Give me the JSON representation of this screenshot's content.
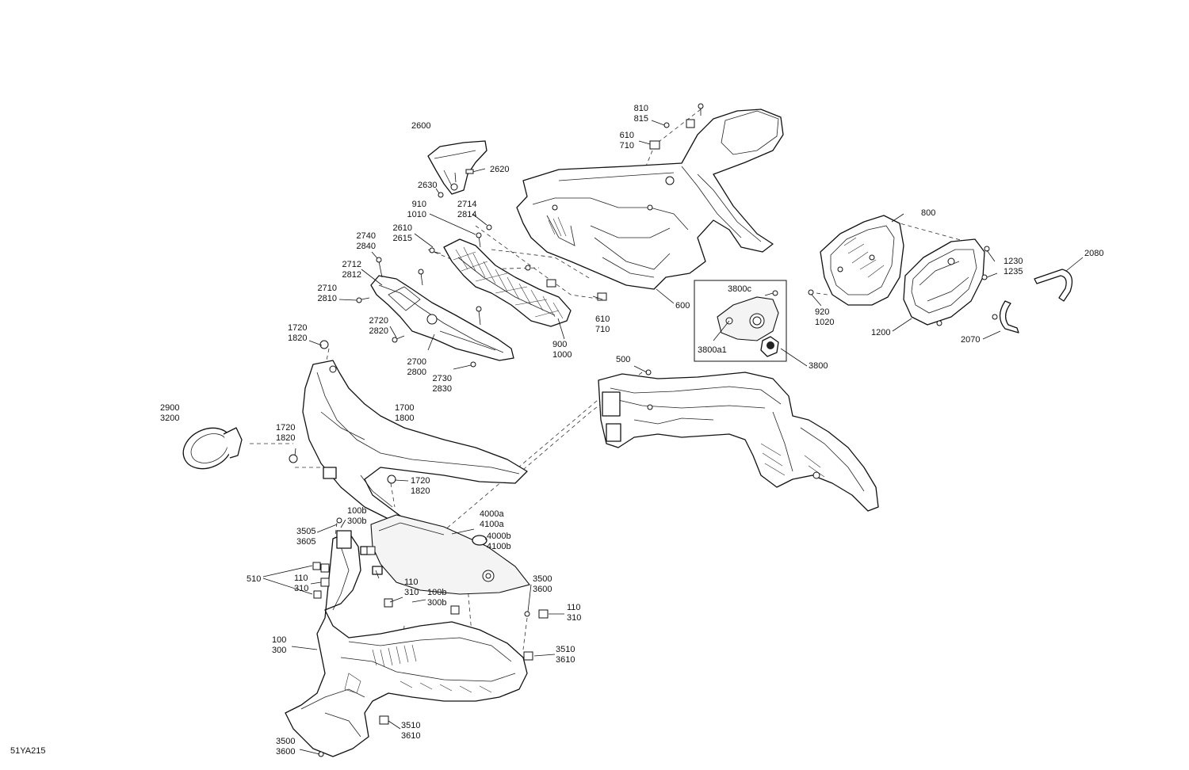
{
  "figure_code": "51YA215",
  "callouts": {
    "c810_815": [
      "810",
      "815"
    ],
    "c610_710_top": [
      "610",
      "710"
    ],
    "c2600": [
      "2600"
    ],
    "c2620": [
      "2620"
    ],
    "c2630": [
      "2630"
    ],
    "c910_1010": [
      "910",
      "1010"
    ],
    "c2714_2814": [
      "2714",
      "2814"
    ],
    "c2610_2615": [
      "2610",
      "2615"
    ],
    "c2740_2840": [
      "2740",
      "2840"
    ],
    "c2712_2812": [
      "2712",
      "2812"
    ],
    "c2710_2810": [
      "2710",
      "2810"
    ],
    "c2720_2820": [
      "2720",
      "2820"
    ],
    "c2700_2800": [
      "2700",
      "2800"
    ],
    "c2730_2830": [
      "2730",
      "2830"
    ],
    "c610_710_mid": [
      "610",
      "710"
    ],
    "c900_1000": [
      "900",
      "1000"
    ],
    "c600": [
      "600"
    ],
    "c800": [
      "800"
    ],
    "c1230_1235": [
      "1230",
      "1235"
    ],
    "c2080": [
      "2080"
    ],
    "c920_1020": [
      "920",
      "1020"
    ],
    "c1200": [
      "1200"
    ],
    "c2070": [
      "2070"
    ],
    "c3800c": [
      "3800c"
    ],
    "c3800a1": [
      "3800a1"
    ],
    "c3800": [
      "3800"
    ],
    "c500": [
      "500"
    ],
    "c1720_1820_a": [
      "1720",
      "1820"
    ],
    "c1720_1820_b": [
      "1720",
      "1820"
    ],
    "c1720_1820_c": [
      "1720",
      "1820"
    ],
    "c1700_1800": [
      "1700",
      "1800"
    ],
    "c2900_3200": [
      "2900",
      "3200"
    ],
    "c100b_300b_top": [
      "100b",
      "300b"
    ],
    "c4000a_4100a": [
      "4000a",
      "4100a"
    ],
    "c4000b_4100b": [
      "4000b",
      "4100b"
    ],
    "c3505_3605": [
      "3505",
      "3605"
    ],
    "c510": [
      "510"
    ],
    "c110_310_left": [
      "110",
      "310"
    ],
    "c110_310_mid": [
      "110",
      "310"
    ],
    "c100b_300b_bot": [
      "100b",
      "300b"
    ],
    "c3500_3600_right": [
      "3500",
      "3600"
    ],
    "c110_310_right": [
      "110",
      "310"
    ],
    "c100_300": [
      "100",
      "300"
    ],
    "c3510_3610_right": [
      "3510",
      "3610"
    ],
    "c3510_3610_bot": [
      "3510",
      "3610"
    ],
    "c3500_3600_bot": [
      "3500",
      "3600"
    ]
  }
}
